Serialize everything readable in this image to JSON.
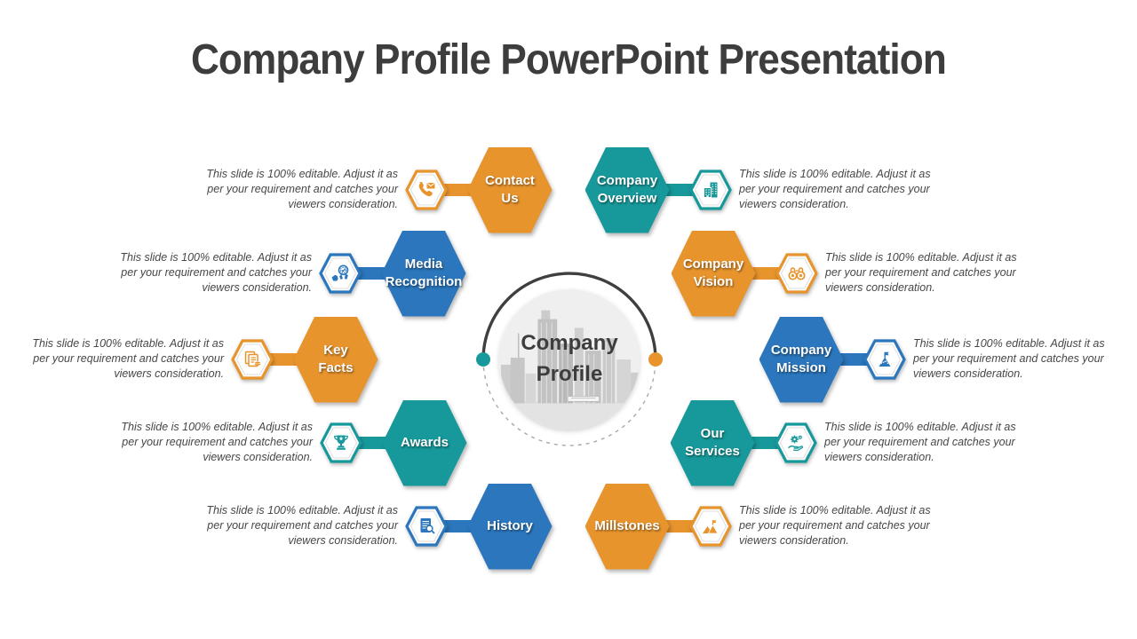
{
  "title": "Company Profile PowerPoint Presentation",
  "center": {
    "label": "Company\nProfile"
  },
  "colors": {
    "orange": "#E8942D",
    "blue": "#2B76BC",
    "teal": "#17999B",
    "ring_dark": "#3F3F3F",
    "ring_dashed": "#A8A8A8",
    "left_dot": "#17999B",
    "right_dot": "#E8942D",
    "title_text": "#3D3D3D",
    "description_text": "#474747"
  },
  "items": [
    {
      "label": "Contact\nUs",
      "color": "#E8942D",
      "icon": "phone-mail-icon",
      "side": "left",
      "row": 0,
      "description": "This slide is 100% editable. Adjust it as per your requirement and catches your viewers consideration."
    },
    {
      "label": "Media\nRecognition",
      "color": "#2B76BC",
      "icon": "award-badge-icon",
      "side": "left",
      "row": 1,
      "description": "This slide is 100% editable. Adjust it as per your requirement and catches your viewers consideration."
    },
    {
      "label": "Key\nFacts",
      "color": "#E8942D",
      "icon": "documents-icon",
      "side": "left",
      "row": 2,
      "description": "This slide is 100% editable. Adjust it as per your requirement and catches your viewers consideration."
    },
    {
      "label": "Awards",
      "color": "#17999B",
      "icon": "trophy-icon",
      "side": "left",
      "row": 3,
      "description": "This slide is 100% editable. Adjust it as per your requirement and catches your viewers consideration."
    },
    {
      "label": "History",
      "color": "#2B76BC",
      "icon": "document-search-icon",
      "side": "left",
      "row": 4,
      "description": "This slide is 100% editable. Adjust it as per your requirement and catches your viewers consideration."
    },
    {
      "label": "Company\nOverview",
      "color": "#17999B",
      "icon": "building-icon",
      "side": "right",
      "row": 0,
      "description": "This slide is 100% editable. Adjust it as per your requirement and catches your viewers consideration."
    },
    {
      "label": "Company\nVision",
      "color": "#E8942D",
      "icon": "binoculars-icon",
      "side": "right",
      "row": 1,
      "description": "This slide is 100% editable. Adjust it as per your requirement and catches your viewers consideration."
    },
    {
      "label": "Company\nMission",
      "color": "#2B76BC",
      "icon": "mountain-flag-icon",
      "side": "right",
      "row": 2,
      "description": "This slide is 100% editable. Adjust it as per your requirement and catches your viewers consideration."
    },
    {
      "label": "Our\nServices",
      "color": "#17999B",
      "icon": "hand-gear-icon",
      "side": "right",
      "row": 3,
      "description": "This slide is 100% editable. Adjust it as per your requirement and catches your viewers consideration."
    },
    {
      "label": "Millstones",
      "color": "#E8942D",
      "icon": "mountains-flag-icon",
      "side": "right",
      "row": 4,
      "description": "This slide is 100% editable. Adjust it as per your requirement and catches your viewers consideration."
    }
  ]
}
